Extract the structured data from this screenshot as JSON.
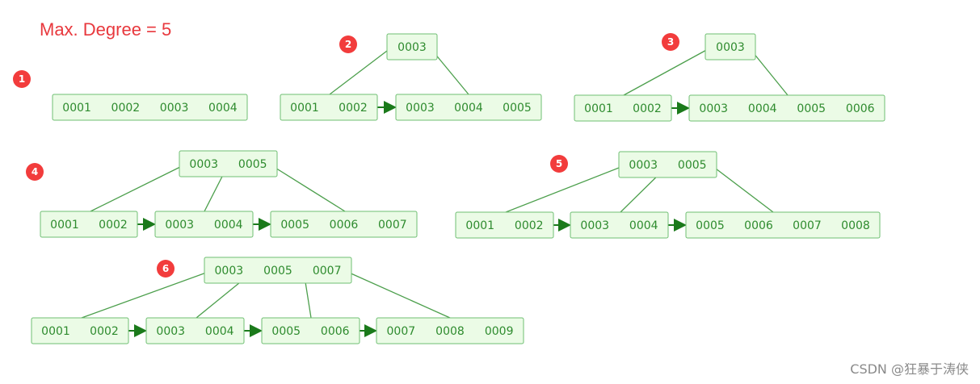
{
  "title": "Max. Degree = 5",
  "watermark": "CSDN @狂暴于涛侠",
  "colors": {
    "title": "#e8383d",
    "node_fill": "#ebfbe6",
    "node_border": "#6fbf73",
    "key_text": "#2e8b2e",
    "edge": "#4c9f4c",
    "leaf_link": "#1b7a1b",
    "badge": "#f23c3c"
  },
  "steps": [
    {
      "number": "1",
      "nodes": [
        {
          "id": "s1-l1",
          "keys": [
            "0001",
            "0002",
            "0003",
            "0004"
          ]
        }
      ],
      "edges": [],
      "links": []
    },
    {
      "number": "2",
      "nodes": [
        {
          "id": "s2-root",
          "keys": [
            "0003"
          ]
        },
        {
          "id": "s2-l1",
          "keys": [
            "0001",
            "0002"
          ]
        },
        {
          "id": "s2-l2",
          "keys": [
            "0003",
            "0004",
            "0005"
          ]
        }
      ],
      "edges": [
        [
          "s2-root",
          "s2-l1"
        ],
        [
          "s2-root",
          "s2-l2"
        ]
      ],
      "links": [
        [
          "s2-l1",
          "s2-l2"
        ]
      ]
    },
    {
      "number": "3",
      "nodes": [
        {
          "id": "s3-root",
          "keys": [
            "0003"
          ]
        },
        {
          "id": "s3-l1",
          "keys": [
            "0001",
            "0002"
          ]
        },
        {
          "id": "s3-l2",
          "keys": [
            "0003",
            "0004",
            "0005",
            "0006"
          ]
        }
      ],
      "edges": [
        [
          "s3-root",
          "s3-l1"
        ],
        [
          "s3-root",
          "s3-l2"
        ]
      ],
      "links": [
        [
          "s3-l1",
          "s3-l2"
        ]
      ]
    },
    {
      "number": "4",
      "nodes": [
        {
          "id": "s4-root",
          "keys": [
            "0003",
            "0005"
          ]
        },
        {
          "id": "s4-l1",
          "keys": [
            "0001",
            "0002"
          ]
        },
        {
          "id": "s4-l2",
          "keys": [
            "0003",
            "0004"
          ]
        },
        {
          "id": "s4-l3",
          "keys": [
            "0005",
            "0006",
            "0007"
          ]
        }
      ],
      "edges": [
        [
          "s4-root",
          "s4-l1"
        ],
        [
          "s4-root",
          "s4-l2"
        ],
        [
          "s4-root",
          "s4-l3"
        ]
      ],
      "links": [
        [
          "s4-l1",
          "s4-l2"
        ],
        [
          "s4-l2",
          "s4-l3"
        ]
      ]
    },
    {
      "number": "5",
      "nodes": [
        {
          "id": "s5-root",
          "keys": [
            "0003",
            "0005"
          ]
        },
        {
          "id": "s5-l1",
          "keys": [
            "0001",
            "0002"
          ]
        },
        {
          "id": "s5-l2",
          "keys": [
            "0003",
            "0004"
          ]
        },
        {
          "id": "s5-l3",
          "keys": [
            "0005",
            "0006",
            "0007",
            "0008"
          ]
        }
      ],
      "edges": [
        [
          "s5-root",
          "s5-l1"
        ],
        [
          "s5-root",
          "s5-l2"
        ],
        [
          "s5-root",
          "s5-l3"
        ]
      ],
      "links": [
        [
          "s5-l1",
          "s5-l2"
        ],
        [
          "s5-l2",
          "s5-l3"
        ]
      ]
    },
    {
      "number": "6",
      "nodes": [
        {
          "id": "s6-root",
          "keys": [
            "0003",
            "0005",
            "0007"
          ]
        },
        {
          "id": "s6-l1",
          "keys": [
            "0001",
            "0002"
          ]
        },
        {
          "id": "s6-l2",
          "keys": [
            "0003",
            "0004"
          ]
        },
        {
          "id": "s6-l3",
          "keys": [
            "0005",
            "0006"
          ]
        },
        {
          "id": "s6-l4",
          "keys": [
            "0007",
            "0008",
            "0009"
          ]
        }
      ],
      "edges": [
        [
          "s6-root",
          "s6-l1"
        ],
        [
          "s6-root",
          "s6-l2"
        ],
        [
          "s6-root",
          "s6-l3"
        ],
        [
          "s6-root",
          "s6-l4"
        ]
      ],
      "links": [
        [
          "s6-l1",
          "s6-l2"
        ],
        [
          "s6-l2",
          "s6-l3"
        ],
        [
          "s6-l3",
          "s6-l4"
        ]
      ]
    }
  ]
}
